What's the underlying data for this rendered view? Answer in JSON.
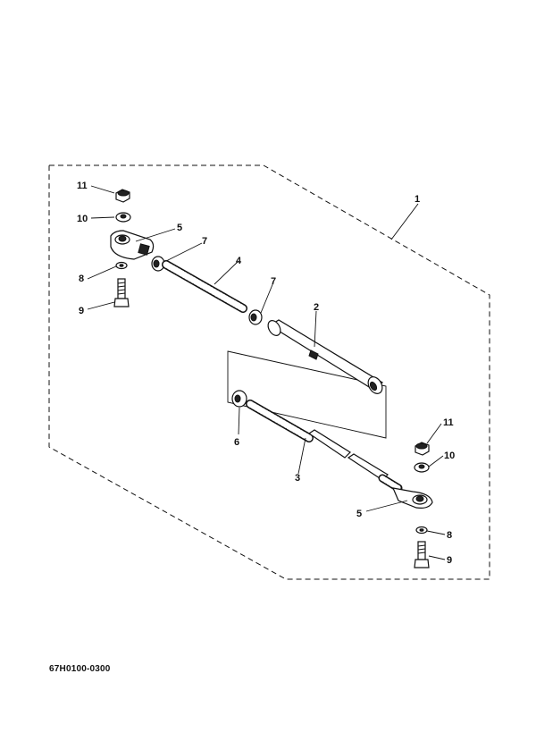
{
  "diagram": {
    "drawing_code": "67H0100-0300",
    "callouts": {
      "c1": "1",
      "c2": "2",
      "c3": "3",
      "c4": "4",
      "c5a": "5",
      "c5b": "5",
      "c6": "6",
      "c7a": "7",
      "c7b": "7",
      "c8a": "8",
      "c8b": "8",
      "c9a": "9",
      "c9b": "9",
      "c10a": "10",
      "c10b": "10",
      "c11a": "11",
      "c11b": "11"
    }
  }
}
